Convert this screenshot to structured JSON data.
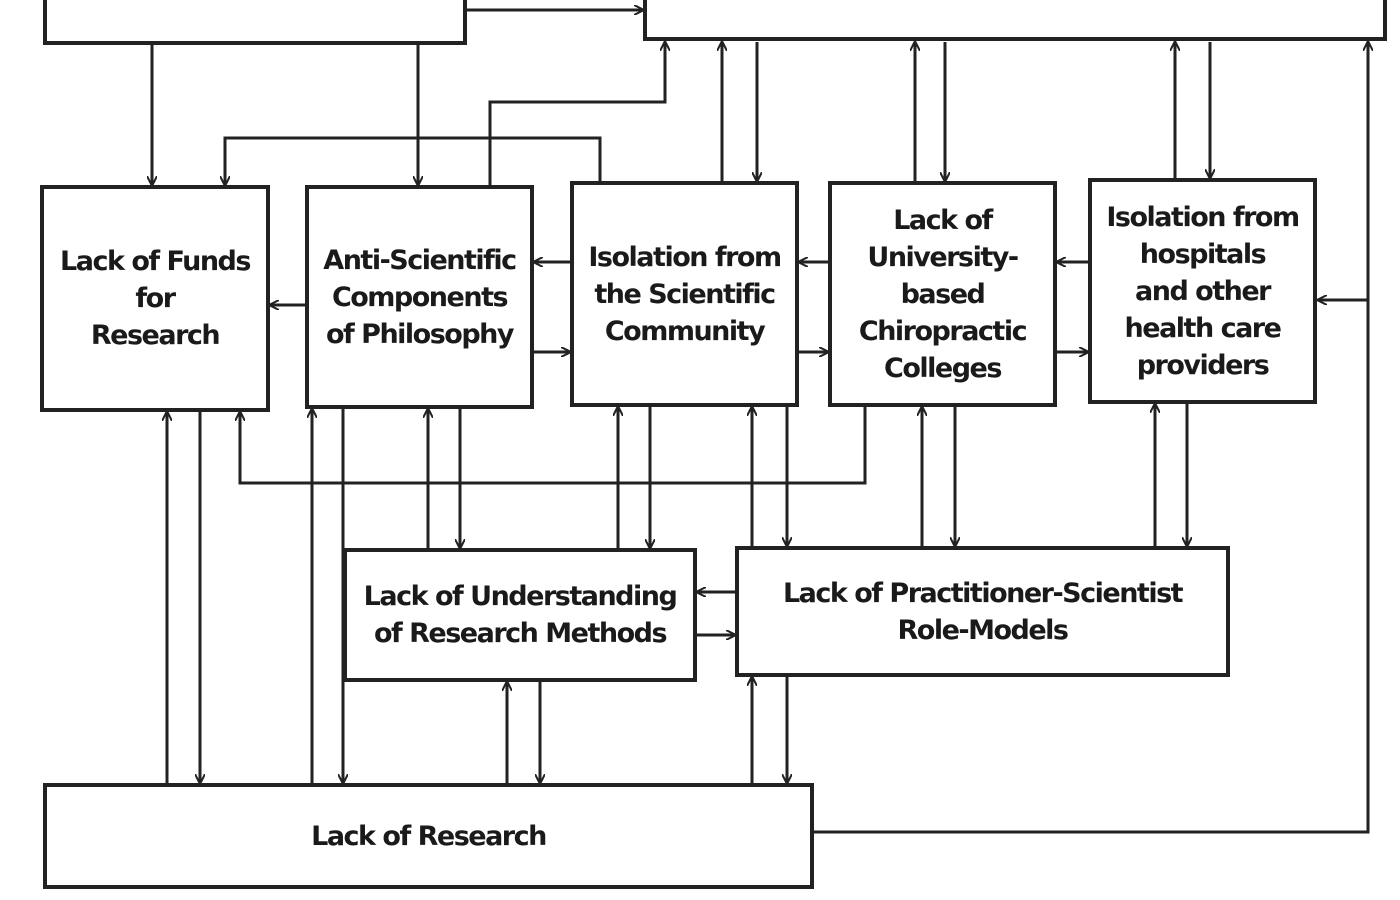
{
  "diagram": {
    "nodes": {
      "funds": "Lack of Funds\nfor\nResearch",
      "philosophy": "Anti-Scientific\nComponents\nof Philosophy",
      "scientific_isolation": "Isolation from\nthe Scientific\nCommunity",
      "university": "Lack of\nUniversity-\nbased\nChiropractic\nColleges",
      "hospitals": "Isolation from\nhospitals\nand other\nhealth care\nproviders",
      "methods": "Lack of Understanding\nof Research Methods",
      "role_models": "Lack of Practitioner-Scientist\nRole-Models",
      "research": "Lack of Research"
    }
  }
}
